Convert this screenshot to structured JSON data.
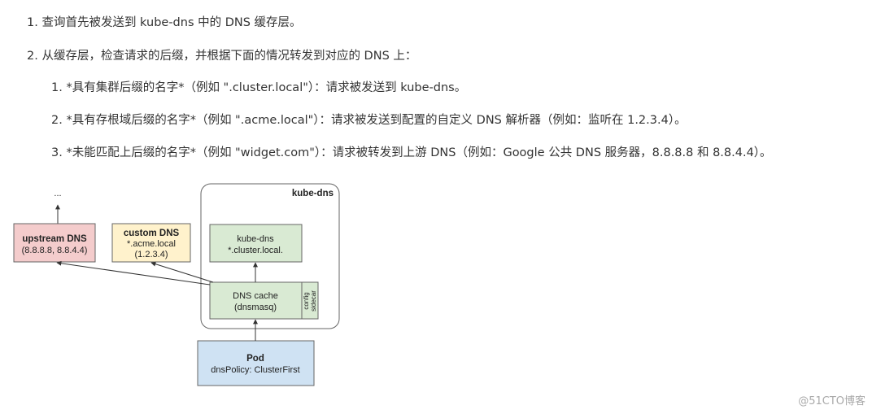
{
  "list": {
    "item1": {
      "number": "1.",
      "text": "查询首先被发送到 kube-dns 中的 DNS 缓存层。"
    },
    "item2": {
      "number": "2.",
      "text": "从缓存层，检查请求的后缀，并根据下面的情况转发到对应的 DNS 上："
    },
    "sub1": {
      "number": "1.",
      "text": "*具有集群后缀的名字*（例如 \".cluster.local\"）：请求被发送到 kube-dns。"
    },
    "sub2": {
      "number": "2.",
      "text": "*具有存根域后缀的名字*（例如 \".acme.local\"）：请求被发送到配置的自定义 DNS 解析器（例如：监听在 1.2.3.4）。"
    },
    "sub3": {
      "number": "3.",
      "text": "*未能匹配上后缀的名字*（例如 \"widget.com\"）：请求被转发到上游 DNS（例如：Google 公共 DNS 服务器，8.8.8.8 和 8.8.4.4）。"
    }
  },
  "diagram": {
    "ellipsis": "...",
    "upstream": {
      "title": "upstream DNS",
      "detail": "(8.8.8.8, 8.8.4.4)"
    },
    "custom": {
      "title": "custom DNS",
      "line1": "*.acme.local",
      "line2": "(1.2.3.4)"
    },
    "container": {
      "title": "kube-dns"
    },
    "kubedns_box": {
      "line1": "kube-dns",
      "line2": "*.cluster.local."
    },
    "cache": {
      "line1": "DNS cache",
      "line2": "(dnsmasq)"
    },
    "sidecar": {
      "line1": "config",
      "line2": "sidecar"
    },
    "pod": {
      "title": "Pod",
      "detail": "dnsPolicy: ClusterFirst"
    },
    "colors": {
      "upstream_fill": "#f4cccc",
      "custom_fill": "#fff2cc",
      "green_fill": "#d9ead3",
      "pod_fill": "#cfe2f3",
      "border": "#666666"
    }
  },
  "watermark": "@51CTO博客"
}
